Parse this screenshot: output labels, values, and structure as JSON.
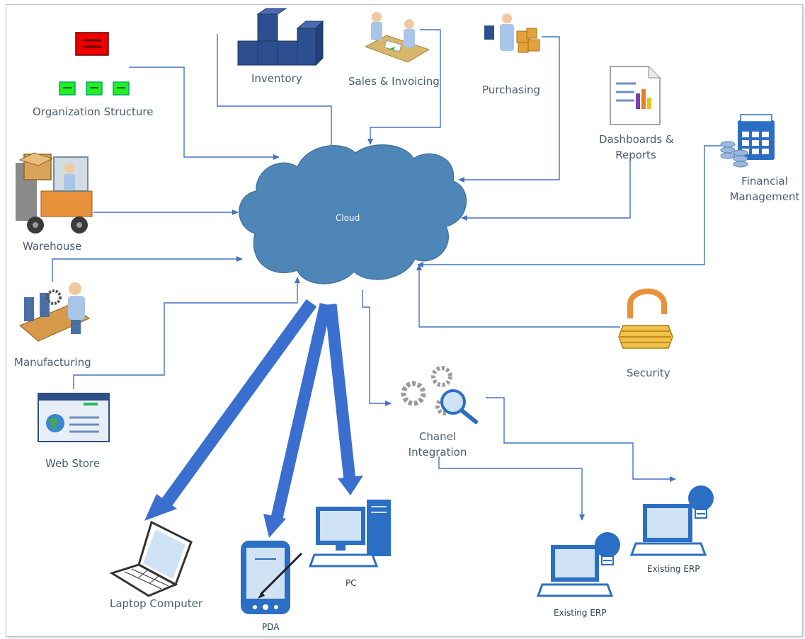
{
  "diagram": {
    "center": "Cloud",
    "nodes": {
      "org_structure": "Organization Structure",
      "inventory": "Inventory",
      "sales": "Sales & Invoicing",
      "purchasing": "Purchasing",
      "dashboards_1": "Dashboards &",
      "dashboards_2": "Reports",
      "financial_1": "Financial",
      "financial_2": "Management",
      "warehouse": "Warehouse",
      "manufacturing": "Manufacturing",
      "web_store": "Web Store",
      "security": "Security",
      "chanel_1": "Chanel",
      "chanel_2": "Integration",
      "laptop": "Laptop Computer",
      "pda": "PDA",
      "pc": "PC",
      "erp_left": "Existing ERP",
      "erp_right": "Existing ERP"
    }
  },
  "colors": {
    "cloud": "#4f86b8",
    "arrow": "#4472c4",
    "thick_arrow": "#3a6fd0",
    "label": "#4a5d72"
  }
}
